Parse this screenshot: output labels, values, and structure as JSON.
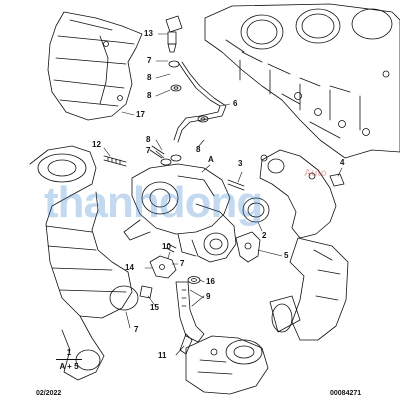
{
  "callouts": {
    "c1": "1",
    "c2": "2",
    "c3": "3",
    "c4": "4",
    "c5": "5",
    "c6": "6",
    "c7a": "7",
    "c7b": "7",
    "c7c": "7",
    "c8a": "8",
    "c8b": "8",
    "c8c": "8",
    "c8d": "8",
    "c9": "9",
    "c10": "10",
    "c11": "11",
    "c12": "12",
    "c13": "13",
    "c14": "14",
    "c15": "15",
    "c16": "16",
    "c17": "17",
    "cA": "A"
  },
  "legend": {
    "number": "1",
    "formula": "A + 5"
  },
  "footer": {
    "date": "02/2022",
    "reference": "00084271"
  },
  "watermark": {
    "text": "thanhdong",
    "suffix": "Auto"
  },
  "colors": {
    "line": "#111111",
    "watermark": "#2878c8"
  }
}
